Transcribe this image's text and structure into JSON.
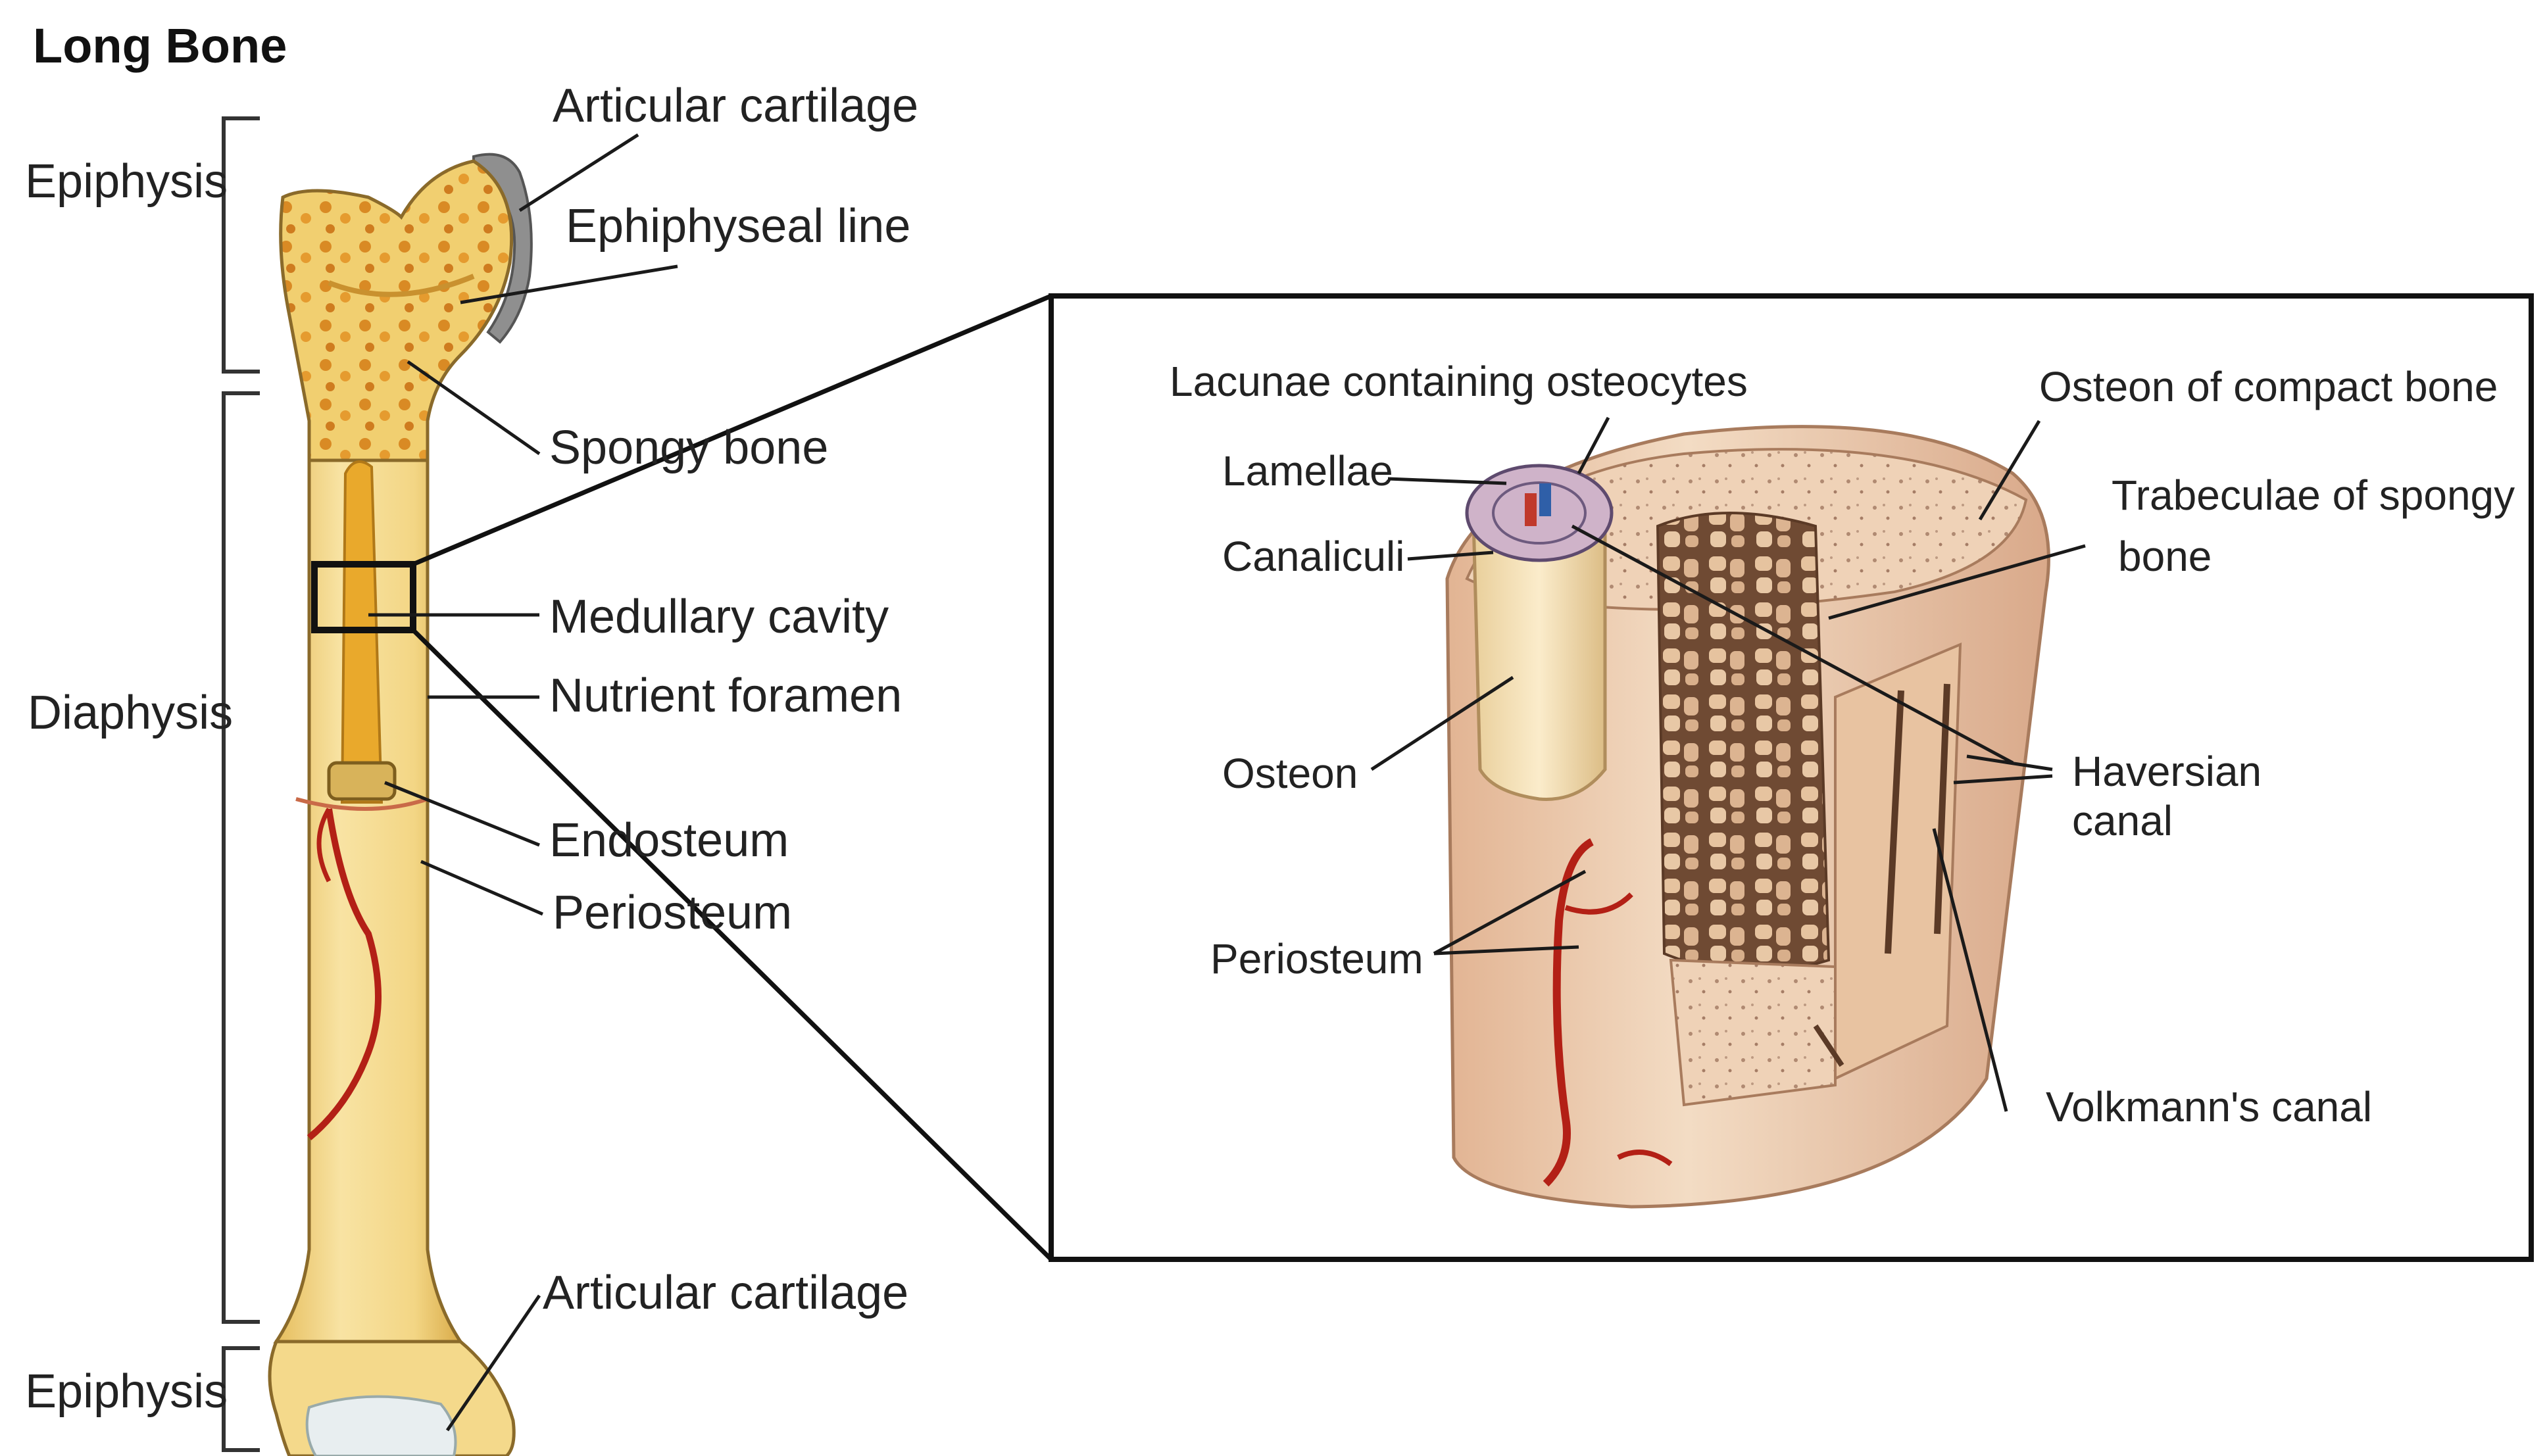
{
  "title": "Long Bone",
  "regions": {
    "epiphysis_top": "Epiphysis",
    "diaphysis": "Diaphysis",
    "epiphysis_bottom": "Epiphysis"
  },
  "bone_labels": {
    "articular_cartilage_top": "Articular cartilage",
    "epiphyseal_line": "Ephiphyseal line",
    "spongy_bone": "Spongy bone",
    "medullary_cavity": "Medullary cavity",
    "nutrient_foramen": "Nutrient foramen",
    "endosteum": "Endosteum",
    "periosteum": "Periosteum",
    "articular_cartilage_bottom": "Articular cartilage"
  },
  "inset_labels": {
    "lacunae": "Lacunae containing osteocytes",
    "lamellae": "Lamellae",
    "canaliculi": "Canaliculi",
    "osteon": "Osteon",
    "periosteum": "Periosteum",
    "osteon_compact": "Osteon of compact bone",
    "trabeculae_line1": "Trabeculae of  spongy",
    "trabeculae_line2": "bone",
    "haversian_line1": "Haversian",
    "haversian_line2": "canal",
    "volkmann": "Volkmann's canal"
  },
  "colors": {
    "bone_yellow": "#f3d685",
    "bone_light": "#fbeec0",
    "marrow": "#e9a92c",
    "tissue": "#ecc7a6",
    "tissue_light": "#f6e0c9",
    "vessel_red": "#b32016",
    "cartilage": "#8f8f8f"
  }
}
